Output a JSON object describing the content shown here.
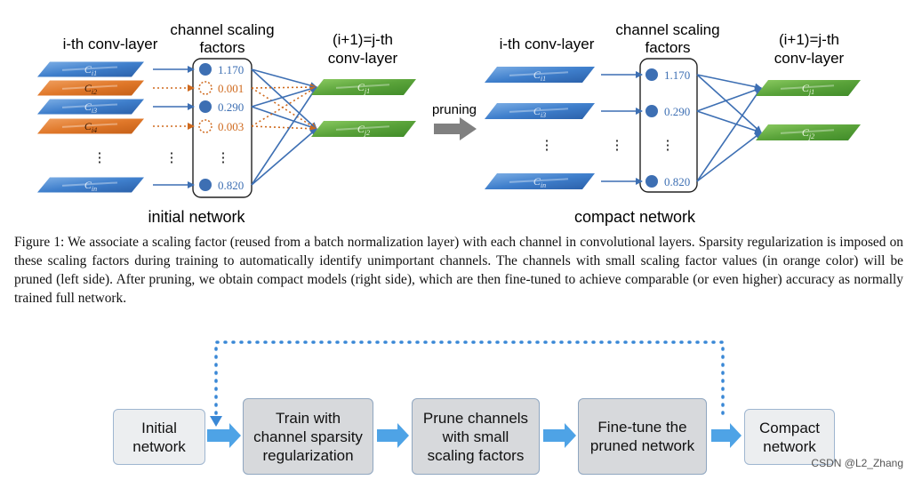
{
  "left_panel": {
    "input_layer_label": "i-th conv-layer",
    "scaling_label": "channel scaling\nfactors",
    "output_layer_label": "(i+1)=j-th\nconv-layer",
    "section_label": "initial network",
    "input_channels": [
      {
        "label": "Ci1",
        "kept": true
      },
      {
        "label": "Ci2",
        "kept": false
      },
      {
        "label": "Ci3",
        "kept": true
      },
      {
        "label": "Ci4",
        "kept": false
      },
      {
        "label": "Cin",
        "kept": true
      }
    ],
    "factors": [
      {
        "value": "1.170",
        "kept": true
      },
      {
        "value": "0.001",
        "kept": false
      },
      {
        "value": "0.290",
        "kept": true
      },
      {
        "value": "0.003",
        "kept": false
      },
      {
        "value": "0.820",
        "kept": true
      }
    ],
    "output_channels": [
      "Cj1",
      "Cj2"
    ],
    "ellipsis": "⋮"
  },
  "pruning_arrow_label": "pruning",
  "right_panel": {
    "input_layer_label": "i-th conv-layer",
    "scaling_label": "channel scaling\nfactors",
    "output_layer_label": "(i+1)=j-th\nconv-layer",
    "section_label": "compact network",
    "input_channels": [
      "Ci1",
      "Ci3",
      "Cin"
    ],
    "factors": [
      "1.170",
      "0.290",
      "0.820"
    ],
    "output_channels": [
      "Cj1",
      "Cj2"
    ],
    "ellipsis": "⋮"
  },
  "caption": "Figure 1: We associate a scaling factor (reused from a batch normalization layer) with each channel in convolutional layers. Sparsity regularization is imposed on these scaling factors during training to automatically identify unimportant channels. The channels with small scaling factor values (in orange color) will be pruned (left side). After pruning, we obtain compact models (right side), which are then fine-tuned to achieve comparable (or even higher) accuracy as normally trained full network.",
  "flow": {
    "steps": [
      "Initial\nnetwork",
      "Train with\nchannel sparsity\nregularization",
      "Prune channels\nwith small\nscaling factors",
      "Fine-tune the\npruned network",
      "Compact\nnetwork"
    ]
  },
  "watermark": "CSDN @L2_Zhang",
  "colors": {
    "kept": "#3d6fb3",
    "pruned": "#cf6a1e",
    "output": "#5aa03c",
    "flow_arrow": "#4ea3e6",
    "dotted": "#3a88d6",
    "pruning_arrow": "#808080"
  }
}
